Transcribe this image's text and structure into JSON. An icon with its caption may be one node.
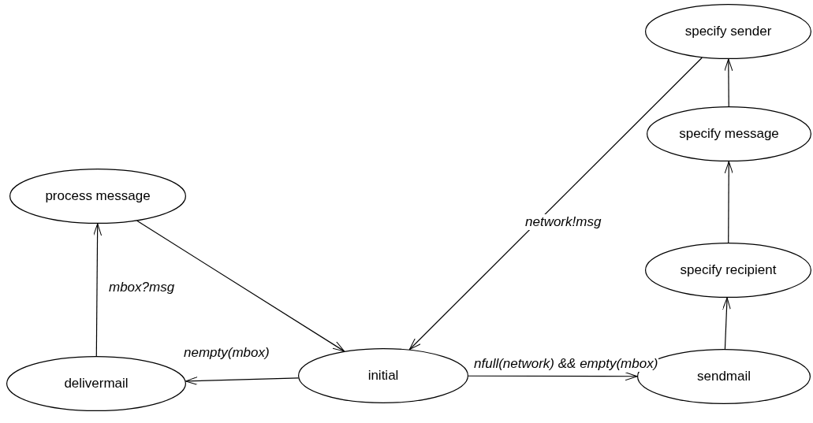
{
  "diagram": {
    "nodes": [
      {
        "text": [
          "process message"
        ]
      },
      {
        "text": [
          "specify sender"
        ]
      },
      {
        "text": [
          "specify message"
        ]
      },
      {
        "text": [
          "specify recipient"
        ]
      },
      {
        "text": [
          "delivermail"
        ]
      },
      {
        "text": [
          "initial"
        ]
      },
      {
        "text": [
          "sendmail"
        ]
      }
    ],
    "edges": [
      {
        "from": 4,
        "to": 0,
        "arrow": "to",
        "label": "mbox?msg"
      },
      {
        "from": 0,
        "to": 5,
        "arrow": "to"
      },
      {
        "from": 1,
        "to": 5,
        "arrow": "to",
        "label": "network!msg"
      },
      {
        "from": 5,
        "to": 4,
        "arrow": "to",
        "label": "nempty(mbox)"
      },
      {
        "from": 5,
        "to": 6,
        "arrow": "to",
        "label": "nfull(network) && empty(mbox)"
      },
      {
        "from": 6,
        "to": 3,
        "arrow": "to"
      },
      {
        "from": 3,
        "to": 2,
        "arrow": "to"
      },
      {
        "from": 2,
        "to": 1,
        "arrow": "to"
      }
    ]
  }
}
